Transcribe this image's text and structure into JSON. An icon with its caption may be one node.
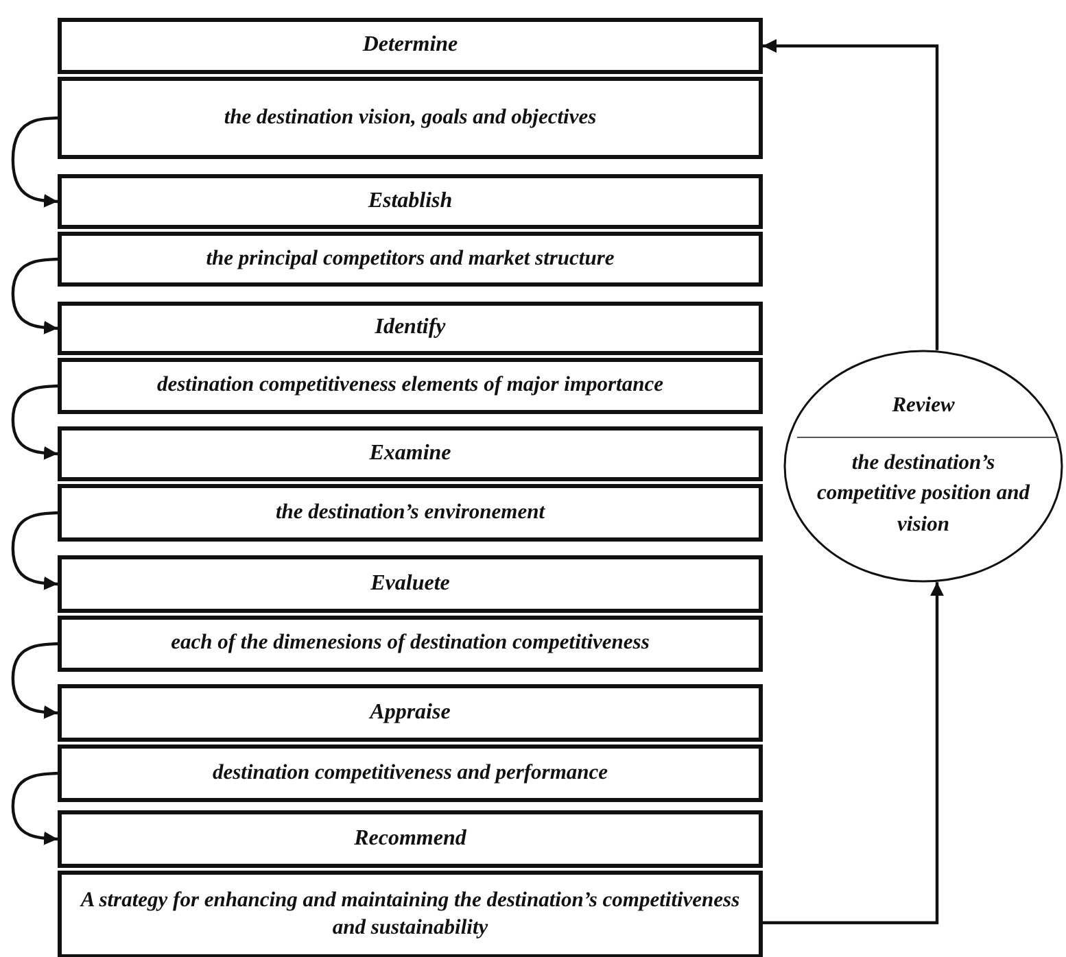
{
  "diagram": {
    "nodes": [
      {
        "text": [
          "Determine",
          "the destination vision, goals and objectives"
        ]
      },
      {
        "text": [
          "Establish",
          "the principal competitors and market structure"
        ]
      },
      {
        "text": [
          "Identify",
          "destination competitiveness elements of major importance"
        ]
      },
      {
        "text": [
          "Examine",
          "the destination’s environement"
        ]
      },
      {
        "text": [
          "Evaluete",
          "each of the dimenesions of destination competitiveness"
        ]
      },
      {
        "text": [
          "Appraise",
          "destination competitiveness and performance"
        ]
      },
      {
        "text": [
          "Recommend",
          "A strategy for enhancing and maintaining the destination’s competitiveness and sustainability"
        ]
      },
      {
        "text": [
          "Review",
          "the destination’s competitive position and vision"
        ]
      }
    ],
    "edges": [
      {
        "from": 0,
        "to": 1,
        "arrow": "to"
      },
      {
        "from": 1,
        "to": 2,
        "arrow": "to"
      },
      {
        "from": 2,
        "to": 3,
        "arrow": "to"
      },
      {
        "from": 3,
        "to": 4,
        "arrow": "to"
      },
      {
        "from": 4,
        "to": 5,
        "arrow": "to"
      },
      {
        "from": 5,
        "to": 6,
        "arrow": "to"
      },
      {
        "from": 6,
        "to": 7,
        "arrow": "to"
      },
      {
        "from": 7,
        "to": 0,
        "arrow": "to"
      }
    ]
  }
}
